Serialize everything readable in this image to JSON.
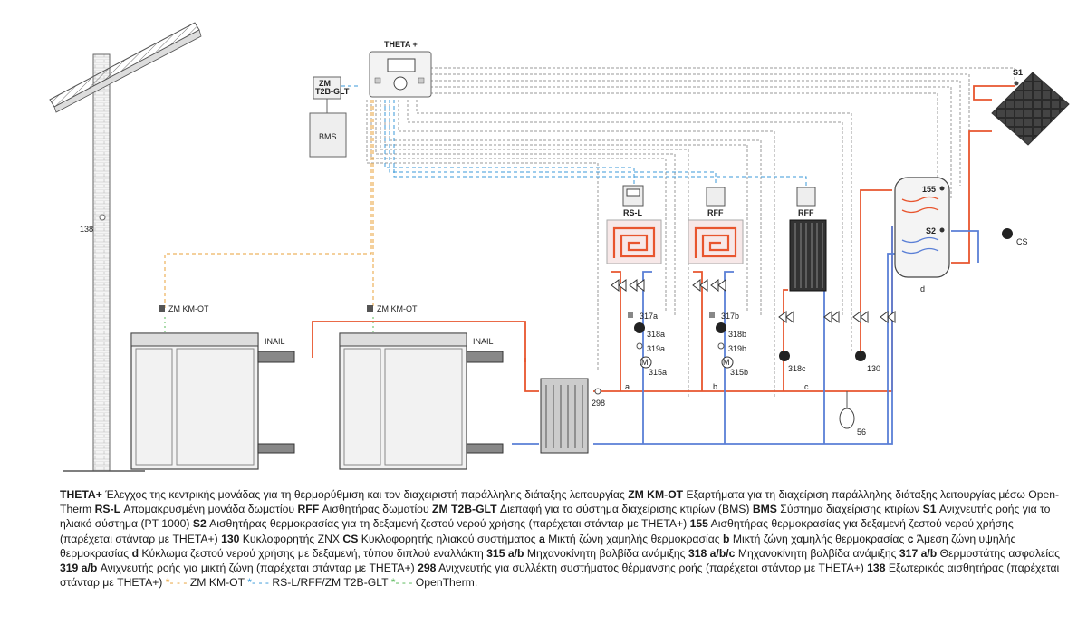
{
  "labels": {
    "theta": "THETA +",
    "zm_t2b_line1": "ZM",
    "zm_t2b_line2": "T2B-GLT",
    "bms": "BMS",
    "s1": "S1",
    "s2": "S2",
    "sensor155": "155",
    "cs": "CS",
    "d": "d",
    "rsl": "RS-L",
    "rff1": "RFF",
    "rff2": "RFF",
    "sensor138": "138",
    "zm_kmot_1": "ZM KM-OT",
    "zm_kmot_2": "ZM KM-OT",
    "inail_1": "INAIL",
    "inail_2": "INAIL",
    "sensor298": "298",
    "zone_a": "a",
    "zone_b": "b",
    "zone_c": "c",
    "c317a": "317a",
    "c318a": "318a",
    "c319a": "319a",
    "c315a": "315a",
    "c317b": "317b",
    "c318b": "318b",
    "c319b": "319b",
    "c315b": "315b",
    "c318c": "318c",
    "c130": "130",
    "c56": "56",
    "m1": "M",
    "m2": "M"
  },
  "legend": {
    "t1": "THETA+",
    "d1": " Έλεγχος της κεντρικής μονάδας για τη θερμορύθμιση και τον διαχειριστή παράλληλης διάταξης λειτουργίας ",
    "t2": "ZM KM-OT",
    "d2": " Εξαρτήματα για τη διαχείριση παράλληλης διάταξης λειτουργίας μέσω Open-Therm ",
    "t3": "RS-L",
    "d3": " Απομακρυσμένη μονάδα δωματίου ",
    "t4": "RFF",
    "d4": " Αισθητήρας δωματίου ",
    "t5": "ZM T2B-GLT",
    "d5": " Διεπαφή για το σύστημα διαχείρισης κτιρίων (BMS) ",
    "t6": "BMS",
    "d6": " Σύστημα διαχείρισης κτιρίων ",
    "t7": "S1",
    "d7": " Ανιχνευτής ροής για το ηλιακό σύστημα (PT 1000) ",
    "t8": "S2",
    "d8": " Αισθητήρας θερμοκρασίας για τη δεξαμενή ζεστού νερού χρήσης (παρέχεται στάνταρ με THETA+) ",
    "t9": "155",
    "d9": " Αισθητήρας θερμοκρασίας για δεξαμενή ζεστού νερού χρήσης (παρέχεται στάνταρ με THETA+) ",
    "t10": "130",
    "d10": " Κυκλοφορητής ZNX ",
    "t11": "CS",
    "d11": " Κυκλοφορητής ηλιακού συστήματος ",
    "t12": "a",
    "d12": " Μικτή ζώνη χαμηλής θερμοκρασίας ",
    "t13": "b",
    "d13": " Μικτή ζώνη χαμηλής θερμοκρασίας ",
    "t14": "c",
    "d14": " Άμεση ζώνη υψηλής θερμοκρασίας ",
    "t15": "d",
    "d15": " Κύκλωμα ζεστού νερού χρήσης με δεξαμενή, τύπου διπλού εναλλάκτη ",
    "t16": "315 a/b",
    "d16": " Μηχανοκίνητη βαλβίδα ανάμιξης ",
    "t17": "318 a/b/c",
    "d17": " Μηχανοκίνητη βαλβίδα ανάμιξης ",
    "t18": "317 a/b",
    "d18": " Θερμοστάτης ασφαλείας ",
    "t19": "319 a/b",
    "d19": " Ανιχνευτής ροής για μικτή ζώνη (παρέχεται στάνταρ με THETA+) ",
    "t20": "298",
    "d20": " Ανιχνευτής για συλλέκτη συστήματος θέρμανσης ροής (παρέχεται στάνταρ με THETA+) ",
    "t21": "138",
    "d21": " Εξωτερικός αισθητήρας (παρέχεται στάνταρ με THETA+) ",
    "k1": "*- - - ",
    "k1t": "ZM KM-OT ",
    "k2": "*- - - ",
    "k2t": "RS-L/RFF/ZM T2B-GLT ",
    "k3": "*- - - ",
    "k3t": "OpenTherm."
  },
  "colors": {
    "flow": "#e8552e",
    "return": "#5a7fd6",
    "zm_kmot_wire": "#e8a23a",
    "rsl_wire": "#3b9ad8",
    "opentherm_wire": "#58b85a",
    "signal_wire": "#9a9a9a"
  },
  "icons": [
    "house-chimney-icon",
    "thermostat-icon",
    "solar-panel-icon",
    "pump-icon",
    "valve-icon",
    "motor-valve-icon",
    "radiator-icon",
    "underfloor-coil-icon",
    "heat-exchanger-icon",
    "expansion-vessel-icon",
    "boiler-icon",
    "tank-icon"
  ]
}
